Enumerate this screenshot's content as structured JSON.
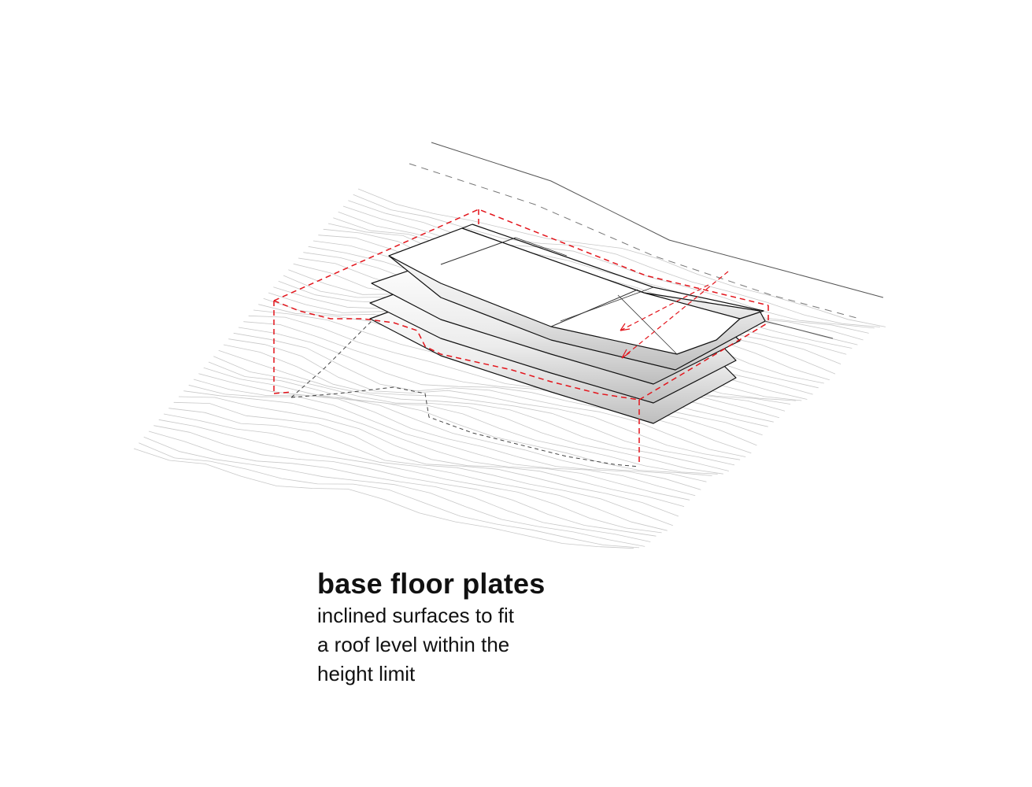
{
  "caption": {
    "title": "base floor plates",
    "lines": [
      "inclined surfaces to fit",
      "a roof level within the",
      "height limit"
    ]
  },
  "colors": {
    "background": "#ffffff",
    "contour": "#c8c8c8",
    "outline": "#222222",
    "height_limit": "#e3141b",
    "dashed_ground": "#444444"
  },
  "icons": []
}
